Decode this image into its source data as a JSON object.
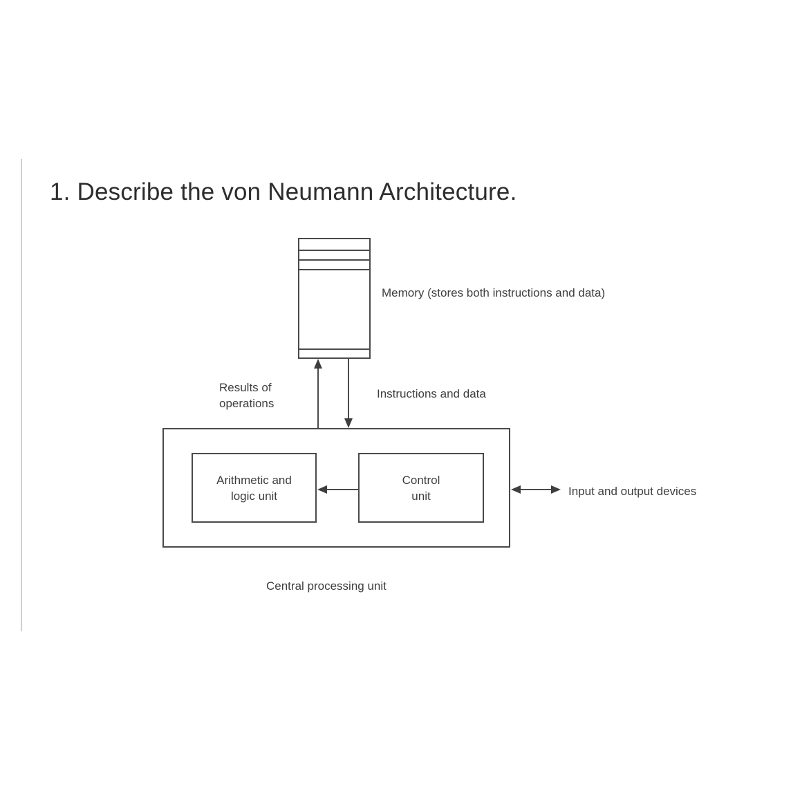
{
  "page": {
    "title": "1. Describe the von Neumann Architecture.",
    "background_color": "#ffffff",
    "divider_color": "#cfcfcf",
    "title_color": "#2d2d2d"
  },
  "diagram": {
    "line_color": "#4a4a4a",
    "text_color": "#3e3e3e",
    "memory": {
      "label": "Memory (stores both instructions and data)"
    },
    "results_arrow": {
      "line1": "Results of",
      "line2": "operations",
      "direction": "up"
    },
    "instructions_arrow": {
      "label": "Instructions and data",
      "direction": "down"
    },
    "alu": {
      "line1": "Arithmetic and",
      "line2": "logic unit"
    },
    "control": {
      "line1": "Control",
      "line2": "unit"
    },
    "control_to_alu_arrow": {
      "direction": "left"
    },
    "io": {
      "label": "Input and output devices",
      "direction": "both"
    },
    "cpu": {
      "label": "Central processing unit"
    }
  }
}
